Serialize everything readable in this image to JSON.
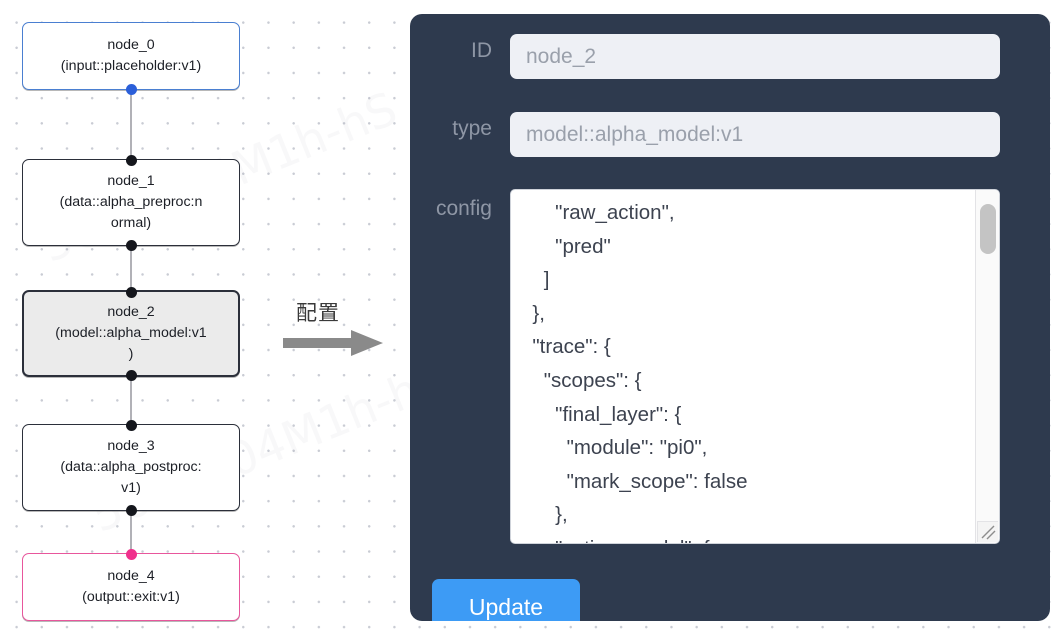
{
  "canvas": {
    "nodes": [
      {
        "id": "node-0",
        "title": "node_0",
        "subtitle": "(input::placeholder:v1)",
        "variant": "blue"
      },
      {
        "id": "node-1",
        "title": "node_1",
        "subtitle": "(data::alpha_preproc:n\normal)",
        "variant": "default"
      },
      {
        "id": "node-2",
        "title": "node_2",
        "subtitle": "(model::alpha_model:v1\n)",
        "variant": "selected"
      },
      {
        "id": "node-3",
        "title": "node_3",
        "subtitle": "(data::alpha_postproc:\nv1)",
        "variant": "default"
      },
      {
        "id": "node-4",
        "title": "node_4",
        "subtitle": "(output::exit:v1)",
        "variant": "pink"
      }
    ],
    "colors": {
      "node_border": "#2b2f3a",
      "node_border_blue": "#4a7fd1",
      "node_border_pink": "#e8569c",
      "node_selected_bg": "#ebebeb",
      "edge": "#b1b1b7",
      "handle": "#14161c",
      "handle_blue": "#2b5fd9",
      "handle_pink": "#f0308c",
      "grid_dot": "#c9ccd4"
    }
  },
  "arrow": {
    "label": "配置",
    "color": "#8a8a8a"
  },
  "panel": {
    "background": "#2e3a4e",
    "fields": [
      {
        "label": "ID",
        "value": "node_2"
      },
      {
        "label": "type",
        "value": "model::alpha_model:v1"
      }
    ],
    "id_label": "ID",
    "id_value": "node_2",
    "type_label": "type",
    "type_value": "model::alpha_model:v1",
    "config_label": "config",
    "config_value": "      \"raw_action\",\n      \"pred\"\n    ]\n  },\n  \"trace\": {\n    \"scopes\": {\n      \"final_layer\": {\n        \"module\": \"pi0\",\n        \"mark_scope\": false\n      },\n      \"action_model\": {",
    "update_label": "Update",
    "update_color": "#3d9bf5",
    "input_bg": "#eef0f5",
    "input_text_color": "#9aa0ab",
    "label_color": "#8e96a5"
  },
  "watermarks": [
    "5625104M1h-hS",
    "5625104M1h-hS",
    "5625104M1h-hS"
  ]
}
